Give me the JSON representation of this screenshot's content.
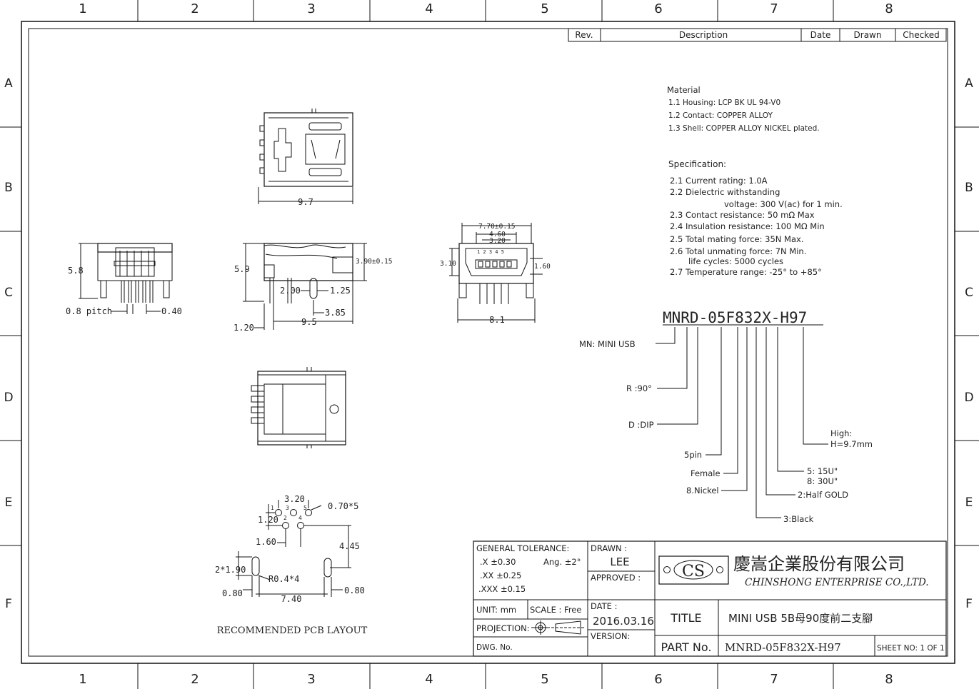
{
  "grid": {
    "cols": [
      "1",
      "2",
      "3",
      "4",
      "5",
      "6",
      "7",
      "8"
    ],
    "rows": [
      "A",
      "B",
      "C",
      "D",
      "E",
      "F"
    ]
  },
  "revision_table": {
    "headers": [
      "Rev.",
      "Description",
      "Date",
      "Drawn",
      "Checked"
    ]
  },
  "material": {
    "heading": "Material",
    "items": [
      "1.1 Housing:  LCP BK UL 94-V0",
      "1.2 Contact:   COPPER  ALLOY",
      "1.3 Shell:  COPPER  ALLOY   NICKEL   plated."
    ]
  },
  "specification": {
    "heading": "Specification:",
    "lines": [
      "2.1  Current  rating:  1.0A",
      "2.2  Dielectric  withstanding",
      "voltage:  300  V(ac)  for  1  min.",
      "2.3  Contact  resistance:  50  mΩ  Max",
      "2.4  Insulation  resistance:  100  MΩ  Min",
      "2.5  Total  mating  force:  35N  Max.",
      "2.6  Total  unmating  force:  7N  Min.",
      "life  cycles:  5000  cycles",
      "2.7  Temperature  range:  -25°  to  +85°"
    ]
  },
  "part_code": {
    "code": "MNRD-05F832X-H97",
    "legend": {
      "mn": "MN:  MINI  USB",
      "r": "R :90°",
      "d": "D :DIP",
      "pin": "5pin",
      "female": "Female",
      "nickel": "8.Nickel",
      "black": "3:Black",
      "gold": "2:Half  GOLD",
      "u15": "5:  15U\"",
      "u30": "8:  30U\"",
      "high": "High:",
      "h": "H=9.7mm"
    }
  },
  "dimensions": {
    "top_w": "9.7",
    "side_h": "5.8",
    "pitch": "0.8 pitch",
    "d040": "0.40",
    "front_h": "5.9",
    "d390": "3.90±0.15",
    "d200": "2.00",
    "d125": "1.25",
    "d385": "3.85",
    "d120": "1.20",
    "d95": "9.5",
    "d770": "7.70±0.15",
    "d460": "4.60",
    "d320": "3.20",
    "d310": "3.10",
    "d160": "1.60",
    "d81": "8.1",
    "pins": "1 2 3 4 5"
  },
  "pcb": {
    "d320": "3.20",
    "d120": "1.20",
    "d160": "1.60",
    "d070": "0.70*5",
    "d445": "4.45",
    "d219": "2*1.90",
    "r04": "R0.4*4",
    "d080a": "0.80",
    "d740": "7.40",
    "d080b": "0.80",
    "p1": "1",
    "p2": "2",
    "p3": "3",
    "p4": "4",
    "p5": "5",
    "caption": "RECOMMENDED PCB LAYOUT"
  },
  "title_block": {
    "tolerance_label": "GENERAL TOLERANCE:",
    "tol_x": ".X  ±0.30",
    "tol_ang": "Ang.  ±2°",
    "tol_xx": ".XX ±0.25",
    "tol_xxx": ".XXX ±0.15",
    "drawn_label": "DRAWN :",
    "drawn_value": "LEE",
    "approved_label": "APPROVED :",
    "unit": "UNIT:  mm",
    "scale": "SCALE :  Free",
    "projection": "PROJECTION:",
    "date_label": "DATE :",
    "date_value": "2016.03.16",
    "version_label": "VERSION:",
    "dwg_label": "DWG. No.",
    "logo": "CS",
    "company_cn": "慶嵩企業股份有限公司",
    "company_en": "CHINSHONG ENTERPRISE CO.,LTD.",
    "title_label": "TITLE",
    "title_value": "MINI USB 5B母90度前二支腳",
    "partno_label": "PART No.",
    "partno_value": "MNRD-05F832X-H97",
    "sheet": "SHEET  NO:  1 OF 1"
  }
}
